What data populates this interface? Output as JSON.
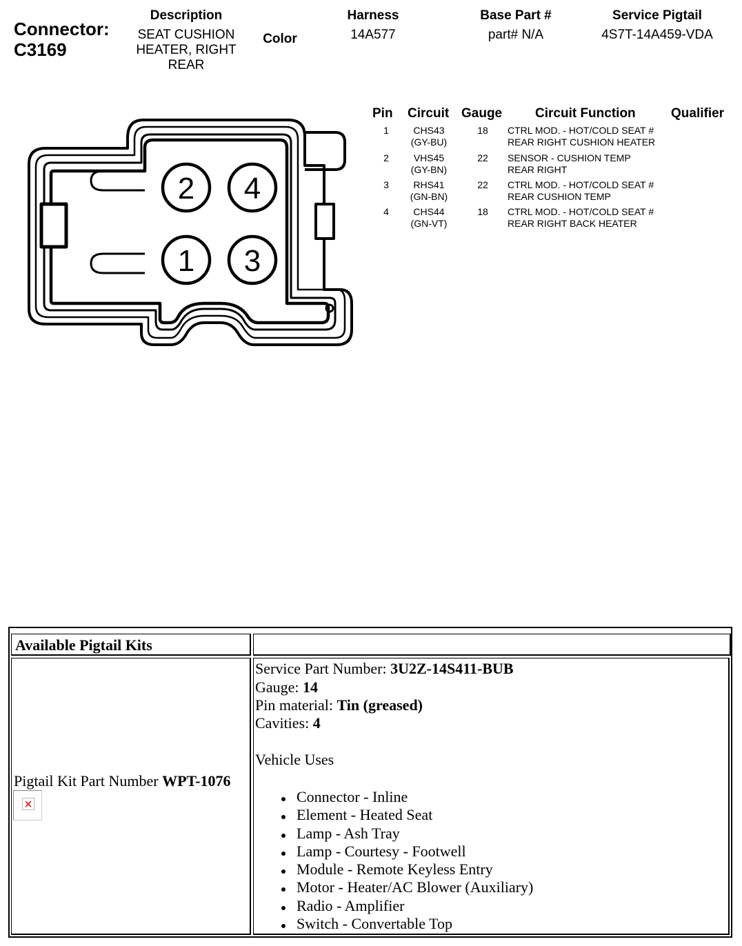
{
  "connector": {
    "label": "Connector:",
    "id": "C3169",
    "description_header": "Description",
    "description_lines": [
      "SEAT CUSHION",
      "HEATER, RIGHT",
      "REAR"
    ],
    "color_header": "Color",
    "harness_header": "Harness",
    "harness": "14A577",
    "base_part_header": "Base Part #",
    "base_part": "part# N/A",
    "service_pigtail_header": "Service Pigtail",
    "service_pigtail": "4S7T-14A459-VDA"
  },
  "diagram": {
    "cavities": [
      "2",
      "4",
      "1",
      "3"
    ]
  },
  "pin_table": {
    "headers": {
      "pin": "Pin",
      "circuit": "Circuit",
      "gauge": "Gauge",
      "function": "Circuit Function",
      "qualifier": "Qualifier"
    },
    "rows": [
      {
        "pin": "1",
        "circuit": "CHS43",
        "color": "(GY-BU)",
        "gauge": "18",
        "function_1": "CTRL MOD. - HOT/COLD SEAT #",
        "function_2": "REAR RIGHT CUSHION HEATER"
      },
      {
        "pin": "2",
        "circuit": "VHS45",
        "color": "(GY-BN)",
        "gauge": "22",
        "function_1": "SENSOR - CUSHION TEMP",
        "function_2": "REAR RIGHT"
      },
      {
        "pin": "3",
        "circuit": "RHS41",
        "color": "(GN-BN)",
        "gauge": "22",
        "function_1": "CTRL MOD. - HOT/COLD SEAT #",
        "function_2": "REAR CUSHION TEMP"
      },
      {
        "pin": "4",
        "circuit": "CHS44",
        "color": "(GN-VT)",
        "gauge": "18",
        "function_1": "CTRL MOD. - HOT/COLD SEAT #",
        "function_2": "REAR RIGHT BACK HEATER"
      }
    ]
  },
  "pigtail": {
    "title": "Available Pigtail Kits",
    "kit_label": "Pigtail Kit Part Number ",
    "kit_number": "WPT-1076",
    "broken_image_icon": "broken-image-icon",
    "service_part_label": "Service Part Number: ",
    "service_part_value": "3U2Z-14S411-BUB",
    "gauge_label": "Gauge: ",
    "gauge_value": "14",
    "pin_material_label": "Pin material: ",
    "pin_material_value": "Tin (greased)",
    "cavities_label": "Cavities: ",
    "cavities_value": "4",
    "vehicle_uses_title": "Vehicle Uses",
    "vehicle_uses": [
      "Connector - Inline",
      "Element - Heated Seat",
      "Lamp - Ash Tray",
      "Lamp - Courtesy - Footwell",
      "Module - Remote Keyless Entry",
      "Motor - Heater/AC Blower (Auxiliary)",
      "Radio - Amplifier",
      "Switch - Convertable Top"
    ]
  }
}
